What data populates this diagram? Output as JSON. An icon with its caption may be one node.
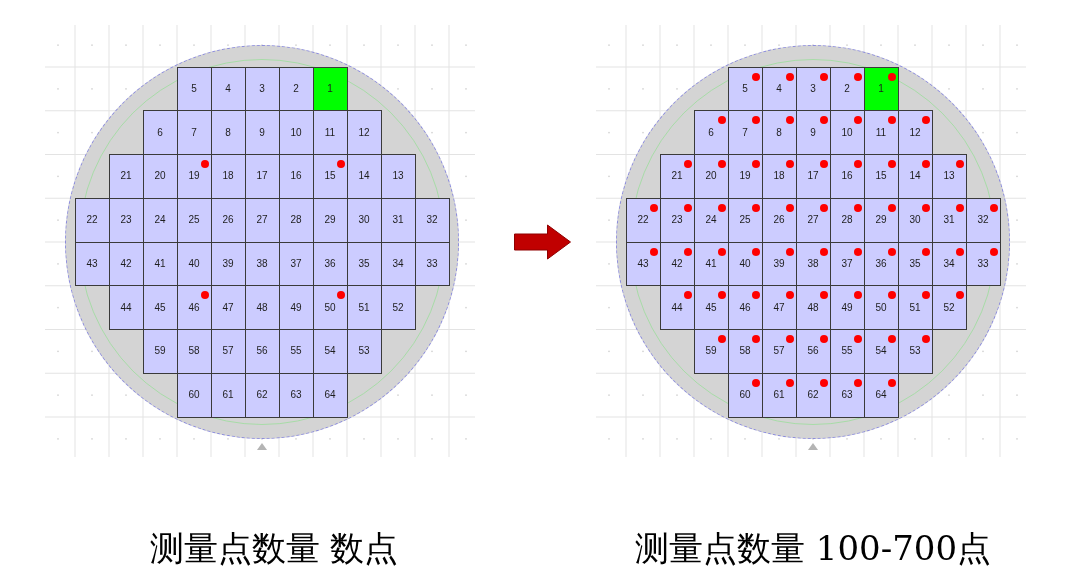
{
  "diagram": {
    "nodes": [
      {
        "text": [],
        "shape": "circle",
        "beside": [
          "测量点数量 数点"
        ]
      },
      {
        "text": [
          "5"
        ],
        "in": 0
      },
      {
        "text": [
          "4"
        ],
        "in": 0
      },
      {
        "text": [
          "3"
        ],
        "in": 0
      },
      {
        "text": [
          "2"
        ],
        "in": 0
      },
      {
        "text": [
          "1"
        ],
        "in": 0
      },
      {
        "text": [
          "6"
        ],
        "in": 0
      },
      {
        "text": [
          "7"
        ],
        "in": 0
      },
      {
        "text": [
          "8"
        ],
        "in": 0
      },
      {
        "text": [
          "9"
        ],
        "in": 0
      },
      {
        "text": [
          "10"
        ],
        "in": 0
      },
      {
        "text": [
          "11"
        ],
        "in": 0
      },
      {
        "text": [
          "12"
        ],
        "in": 0
      },
      {
        "text": [
          "21"
        ],
        "in": 0
      },
      {
        "text": [
          "20"
        ],
        "in": 0
      },
      {
        "text": [
          "19"
        ],
        "in": 0
      },
      {
        "text": [
          "18"
        ],
        "in": 0
      },
      {
        "text": [
          "17"
        ],
        "in": 0
      },
      {
        "text": [
          "16"
        ],
        "in": 0
      },
      {
        "text": [
          "15"
        ],
        "in": 0
      },
      {
        "text": [
          "14"
        ],
        "in": 0
      },
      {
        "text": [
          "13"
        ],
        "in": 0
      },
      {
        "text": [
          "22"
        ],
        "in": 0
      },
      {
        "text": [
          "23"
        ],
        "in": 0
      },
      {
        "text": [
          "24"
        ],
        "in": 0
      },
      {
        "text": [
          "25"
        ],
        "in": 0
      },
      {
        "text": [
          "26"
        ],
        "in": 0
      },
      {
        "text": [
          "27"
        ],
        "in": 0
      },
      {
        "text": [
          "28"
        ],
        "in": 0
      },
      {
        "text": [
          "29"
        ],
        "in": 0
      },
      {
        "text": [
          "30"
        ],
        "in": 0
      },
      {
        "text": [
          "31"
        ],
        "in": 0
      },
      {
        "text": [
          "32"
        ],
        "in": 0
      },
      {
        "text": [
          "43"
        ],
        "in": 0
      },
      {
        "text": [
          "42"
        ],
        "in": 0
      },
      {
        "text": [
          "41"
        ],
        "in": 0
      },
      {
        "text": [
          "40"
        ],
        "in": 0
      },
      {
        "text": [
          "39"
        ],
        "in": 0
      },
      {
        "text": [
          "38"
        ],
        "in": 0
      },
      {
        "text": [
          "37"
        ],
        "in": 0
      },
      {
        "text": [
          "36"
        ],
        "in": 0
      },
      {
        "text": [
          "35"
        ],
        "in": 0
      },
      {
        "text": [
          "34"
        ],
        "in": 0
      },
      {
        "text": [
          "33"
        ],
        "in": 0
      },
      {
        "text": [
          "44"
        ],
        "in": 0
      },
      {
        "text": [
          "45"
        ],
        "in": 0
      },
      {
        "text": [
          "46"
        ],
        "in": 0
      },
      {
        "text": [
          "47"
        ],
        "in": 0
      },
      {
        "text": [
          "48"
        ],
        "in": 0
      },
      {
        "text": [
          "49"
        ],
        "in": 0
      },
      {
        "text": [
          "50"
        ],
        "in": 0
      },
      {
        "text": [
          "51"
        ],
        "in": 0
      },
      {
        "text": [
          "52"
        ],
        "in": 0
      },
      {
        "text": [
          "59"
        ],
        "in": 0
      },
      {
        "text": [
          "58"
        ],
        "in": 0
      },
      {
        "text": [
          "57"
        ],
        "in": 0
      },
      {
        "text": [
          "56"
        ],
        "in": 0
      },
      {
        "text": [
          "55"
        ],
        "in": 0
      },
      {
        "text": [
          "54"
        ],
        "in": 0
      },
      {
        "text": [
          "53"
        ],
        "in": 0
      },
      {
        "text": [
          "60"
        ],
        "in": 0
      },
      {
        "text": [
          "61"
        ],
        "in": 0
      },
      {
        "text": [
          "62"
        ],
        "in": 0
      },
      {
        "text": [
          "63"
        ],
        "in": 0
      },
      {
        "text": [
          "64"
        ],
        "in": 0
      },
      {
        "text": [],
        "shape": "circle",
        "beside": [
          "测量点数量 100-700点"
        ]
      },
      {
        "text": [
          "5"
        ],
        "in": 65
      },
      {
        "text": [
          "4"
        ],
        "in": 65
      },
      {
        "text": [
          "3"
        ],
        "in": 65
      },
      {
        "text": [
          "2"
        ],
        "in": 65
      },
      {
        "text": [
          "1"
        ],
        "in": 65
      },
      {
        "text": [
          "6"
        ],
        "in": 65
      },
      {
        "text": [
          "7"
        ],
        "in": 65
      },
      {
        "text": [
          "8"
        ],
        "in": 65
      },
      {
        "text": [
          "9"
        ],
        "in": 65
      },
      {
        "text": [
          "10"
        ],
        "in": 65
      },
      {
        "text": [
          "11"
        ],
        "in": 65
      },
      {
        "text": [
          "12"
        ],
        "in": 65
      },
      {
        "text": [
          "21"
        ],
        "in": 65
      },
      {
        "text": [
          "20"
        ],
        "in": 65
      },
      {
        "text": [
          "19"
        ],
        "in": 65
      },
      {
        "text": [
          "18"
        ],
        "in": 65
      },
      {
        "text": [
          "17"
        ],
        "in": 65
      },
      {
        "text": [
          "16"
        ],
        "in": 65
      },
      {
        "text": [
          "15"
        ],
        "in": 65
      },
      {
        "text": [
          "14"
        ],
        "in": 65
      },
      {
        "text": [
          "13"
        ],
        "in": 65
      },
      {
        "text": [
          "22"
        ],
        "in": 65
      },
      {
        "text": [
          "23"
        ],
        "in": 65
      },
      {
        "text": [
          "24"
        ],
        "in": 65
      },
      {
        "text": [
          "25"
        ],
        "in": 65
      },
      {
        "text": [
          "26"
        ],
        "in": 65
      },
      {
        "text": [
          "27"
        ],
        "in": 65
      },
      {
        "text": [
          "28"
        ],
        "in": 65
      },
      {
        "text": [
          "29"
        ],
        "in": 65
      },
      {
        "text": [
          "30"
        ],
        "in": 65
      },
      {
        "text": [
          "31"
        ],
        "in": 65
      },
      {
        "text": [
          "32"
        ],
        "in": 65
      },
      {
        "text": [
          "43"
        ],
        "in": 65
      },
      {
        "text": [
          "42"
        ],
        "in": 65
      },
      {
        "text": [
          "41"
        ],
        "in": 65
      },
      {
        "text": [
          "40"
        ],
        "in": 65
      },
      {
        "text": [
          "39"
        ],
        "in": 65
      },
      {
        "text": [
          "38"
        ],
        "in": 65
      },
      {
        "text": [
          "37"
        ],
        "in": 65
      },
      {
        "text": [
          "36"
        ],
        "in": 65
      },
      {
        "text": [
          "35"
        ],
        "in": 65
      },
      {
        "text": [
          "34"
        ],
        "in": 65
      },
      {
        "text": [
          "33"
        ],
        "in": 65
      },
      {
        "text": [
          "44"
        ],
        "in": 65
      },
      {
        "text": [
          "45"
        ],
        "in": 65
      },
      {
        "text": [
          "46"
        ],
        "in": 65
      },
      {
        "text": [
          "47"
        ],
        "in": 65
      },
      {
        "text": [
          "48"
        ],
        "in": 65
      },
      {
        "text": [
          "49"
        ],
        "in": 65
      },
      {
        "text": [
          "50"
        ],
        "in": 65
      },
      {
        "text": [
          "51"
        ],
        "in": 65
      },
      {
        "text": [
          "52"
        ],
        "in": 65
      },
      {
        "text": [
          "59"
        ],
        "in": 65
      },
      {
        "text": [
          "58"
        ],
        "in": 65
      },
      {
        "text": [
          "57"
        ],
        "in": 65
      },
      {
        "text": [
          "56"
        ],
        "in": 65
      },
      {
        "text": [
          "55"
        ],
        "in": 65
      },
      {
        "text": [
          "54"
        ],
        "in": 65
      },
      {
        "text": [
          "53"
        ],
        "in": 65
      },
      {
        "text": [
          "60"
        ],
        "in": 65
      },
      {
        "text": [
          "61"
        ],
        "in": 65
      },
      {
        "text": [
          "62"
        ],
        "in": 65
      },
      {
        "text": [
          "63"
        ],
        "in": 65
      },
      {
        "text": [
          "64"
        ],
        "in": 65
      }
    ],
    "edges": [
      {
        "from": 0,
        "to": 65,
        "arrow": "to",
        "style": "thick"
      }
    ]
  }
}
